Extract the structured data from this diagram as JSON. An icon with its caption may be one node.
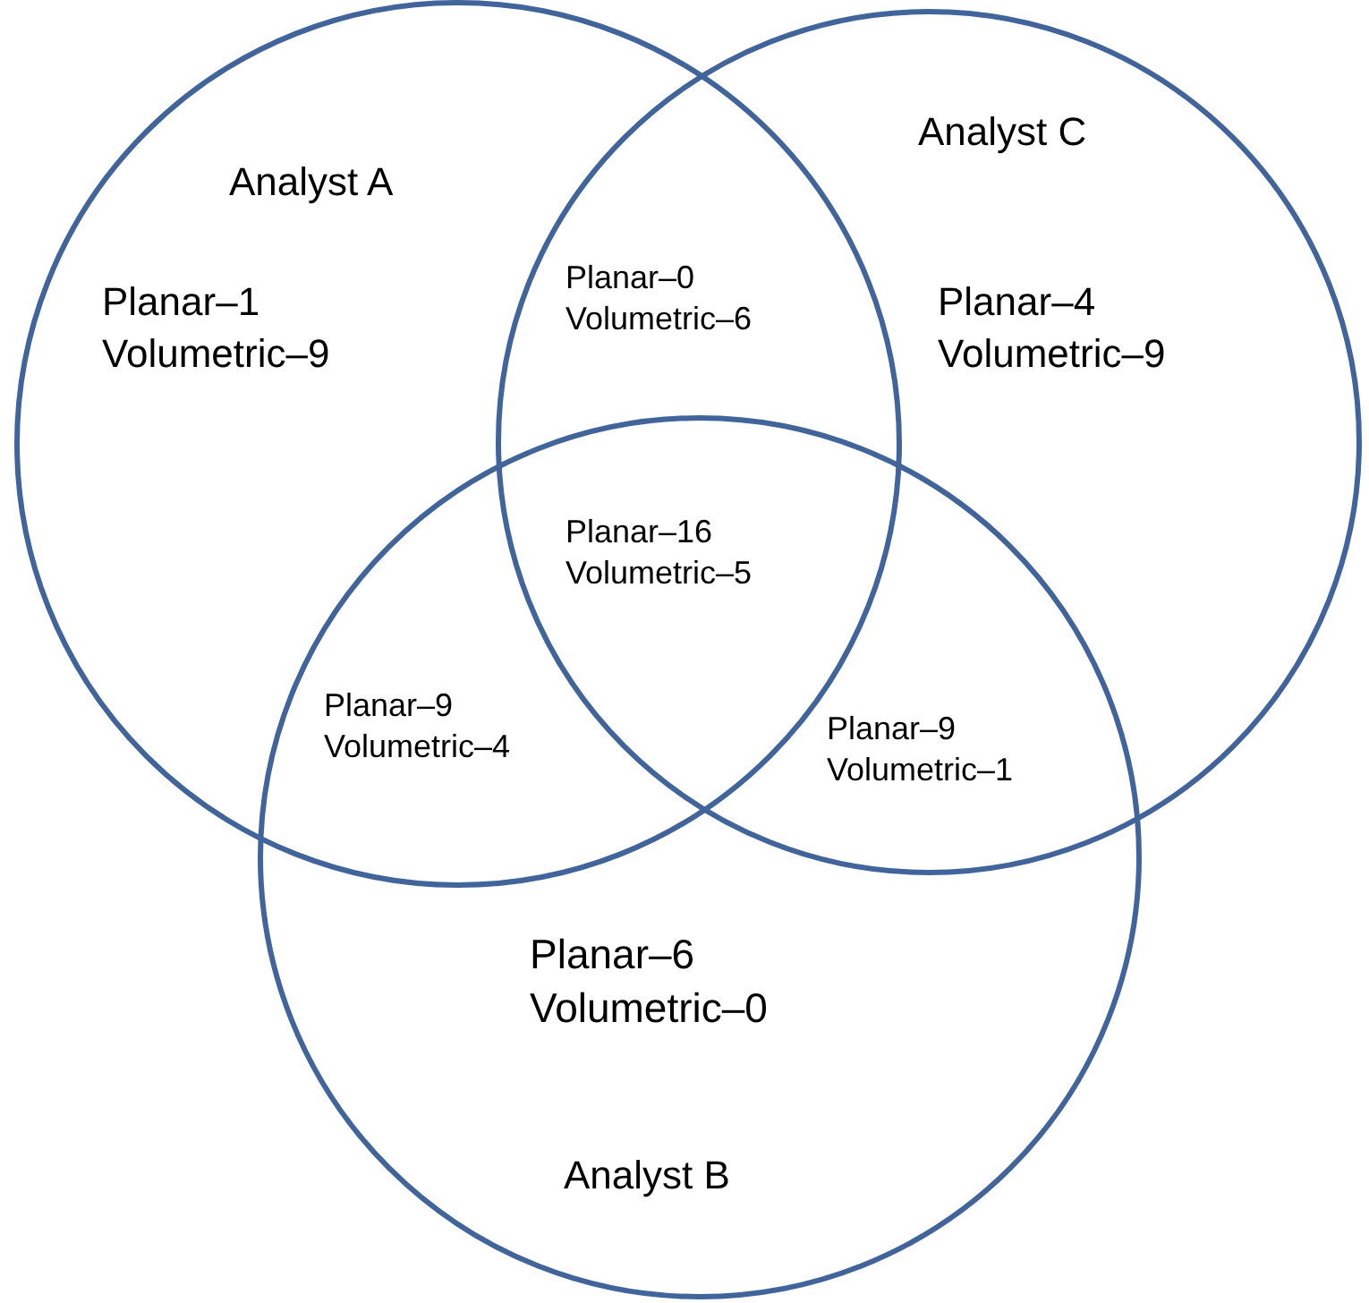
{
  "diagram": {
    "nodes": [
      {
        "text": [
          "Analyst A",
          "Planar–1 Volumetric–9"
        ]
      },
      {
        "text": [
          "Analyst C",
          "Planar–4 Volumetric–9"
        ]
      },
      {
        "text": [
          "Planar–6 Volumetric–0",
          "Analyst B"
        ]
      }
    ],
    "labels": [
      "Planar–0 Volumetric–6",
      "Planar–16 Volumetric–5",
      "Planar–9 Volumetric–4",
      "Planar–9 Volumetric–1"
    ]
  }
}
